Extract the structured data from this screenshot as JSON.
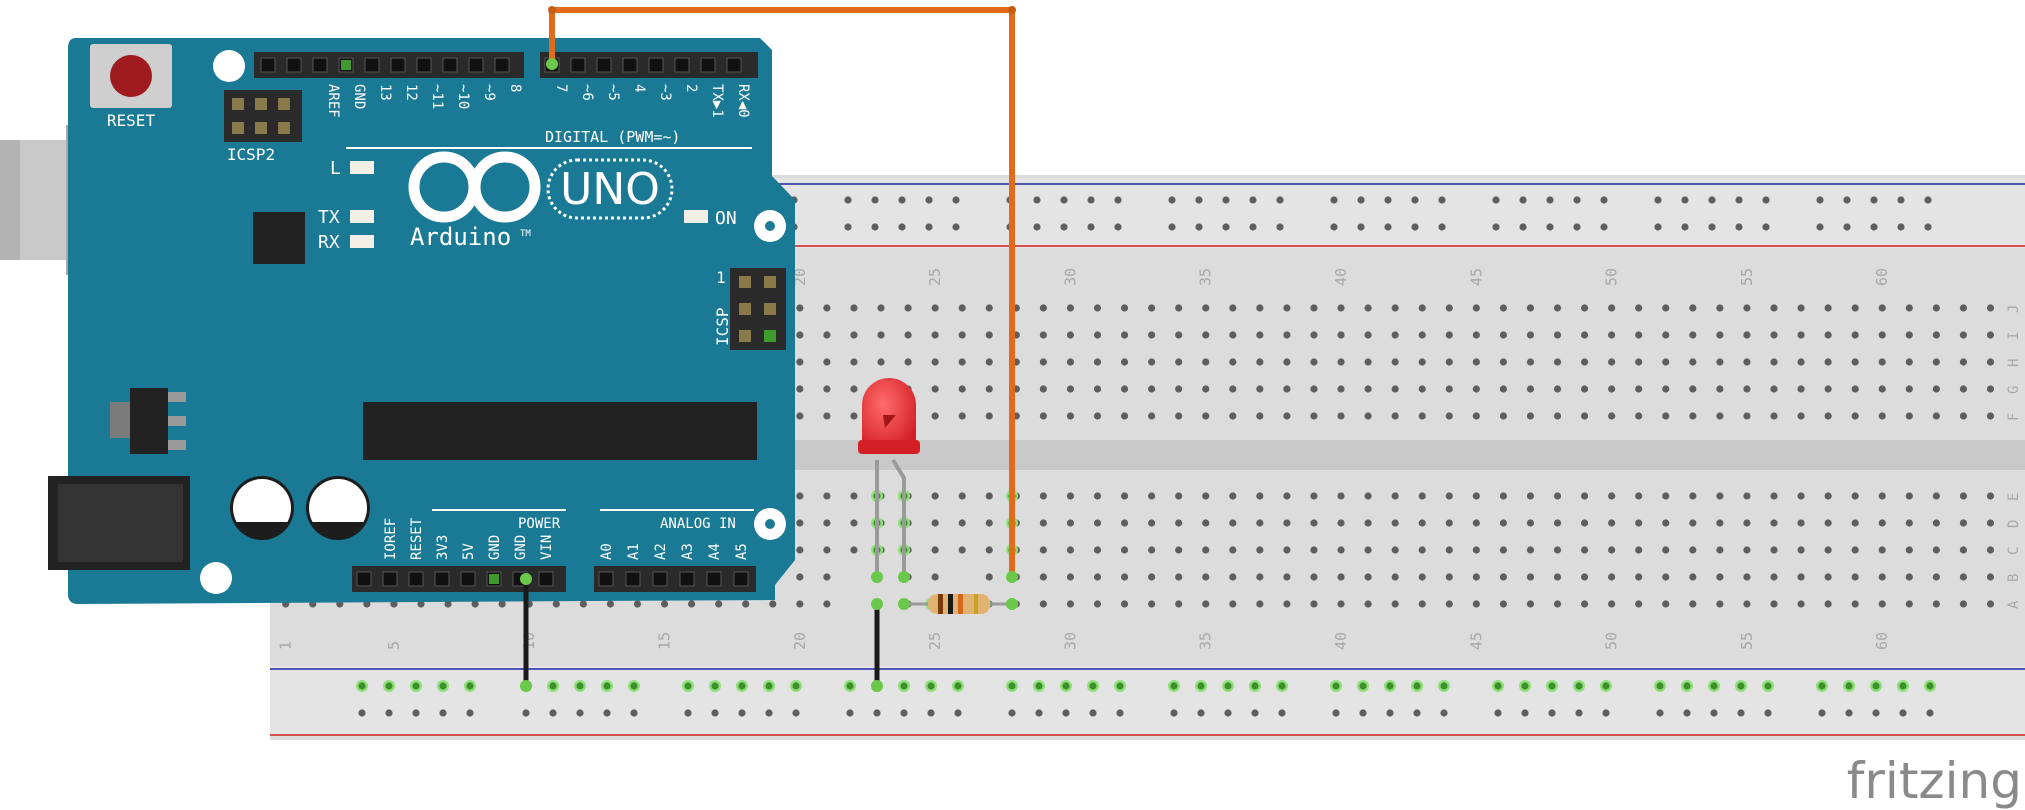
{
  "arduino": {
    "reset_label": "RESET",
    "icsp2_label": "ICSP2",
    "icsp_label": "ICSP",
    "icsp_pin1": "1",
    "brand_uno": "UNO",
    "brand_arduino": "Arduino",
    "brand_tm": "TM",
    "led_l": "L",
    "led_tx": "TX",
    "led_rx": "RX",
    "led_on": "ON",
    "digital_label": "DIGITAL (PWM=~)",
    "digital_pins": [
      "AREF",
      "GND",
      "13",
      "12",
      "~11",
      "~10",
      "~9",
      "8",
      "7",
      "~6",
      "~5",
      "4",
      "~3",
      "2",
      "TX▶1",
      "RX◀0"
    ],
    "power_label": "POWER",
    "power_pins": [
      "IOREF",
      "RESET",
      "3V3",
      "5V",
      "GND",
      "GND",
      "VIN"
    ],
    "analog_label": "ANALOG IN",
    "analog_pins": [
      "A0",
      "A1",
      "A2",
      "A3",
      "A4",
      "A5"
    ]
  },
  "breadboard": {
    "column_numbers": [
      "1",
      "5",
      "10",
      "15",
      "20",
      "25",
      "30",
      "35",
      "40",
      "45",
      "50",
      "55",
      "60"
    ],
    "row_letters_top": [
      "J",
      "I",
      "H",
      "G",
      "F"
    ],
    "row_letters_bottom": [
      "E",
      "D",
      "C",
      "B",
      "A"
    ]
  },
  "components": {
    "led_color": "#e8252b",
    "resistor_color": "#e0b372",
    "wire_signal_color": "#e06b1a",
    "wire_ground_color": "#1a1a1a"
  },
  "colors": {
    "board_blue": "#1a7a96",
    "rail_red": "#cc2222",
    "rail_blue": "#2222aa"
  },
  "watermark": "fritzing"
}
